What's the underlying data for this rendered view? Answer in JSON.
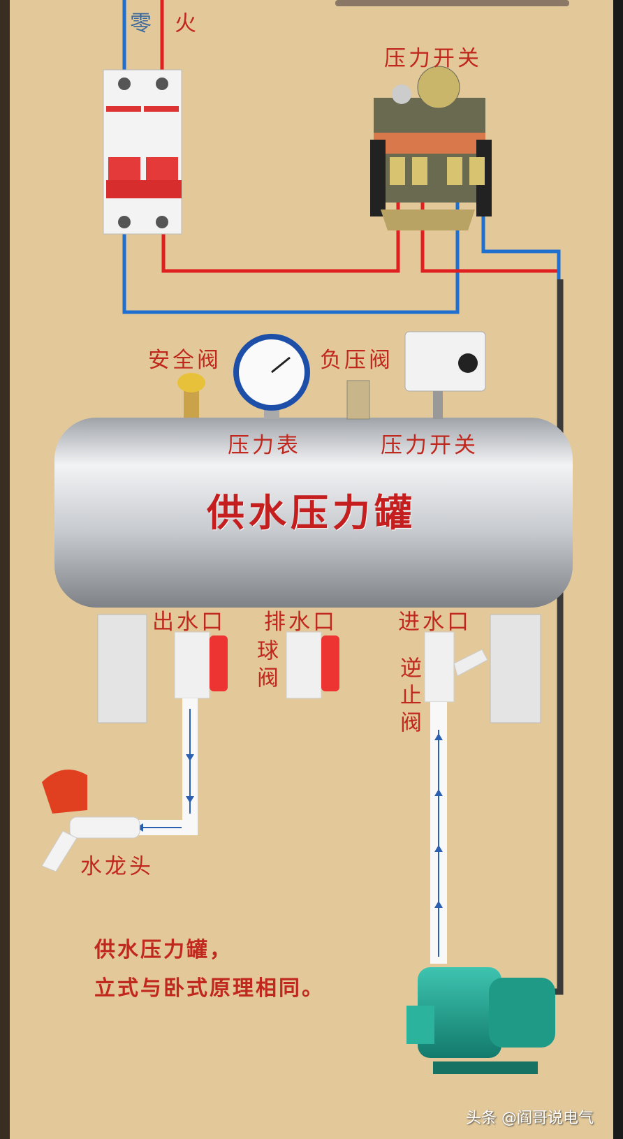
{
  "labels": {
    "neutral": "零",
    "live": "火",
    "pressure_switch_top": "压力开关",
    "safety_valve": "安全阀",
    "negative_pressure_valve": "负压阀",
    "pressure_gauge": "压力表",
    "pressure_switch_tank": "压力开关",
    "tank_title": "供水压力罐",
    "outlet": "出水口",
    "drain": "排水口",
    "inlet": "进水口",
    "ball_valve": "球阀",
    "check_valve": "逆止阀",
    "faucet": "水龙头"
  },
  "note": {
    "line1": "供水压力罐，",
    "line2": "立式与卧式原理相同。"
  },
  "watermark": "头条 @阎哥说电气",
  "colors": {
    "live_wire": "#e02020",
    "neutral_wire": "#1e6fd0",
    "tank_label": "#c41e1e",
    "background": "#e3c99a"
  }
}
